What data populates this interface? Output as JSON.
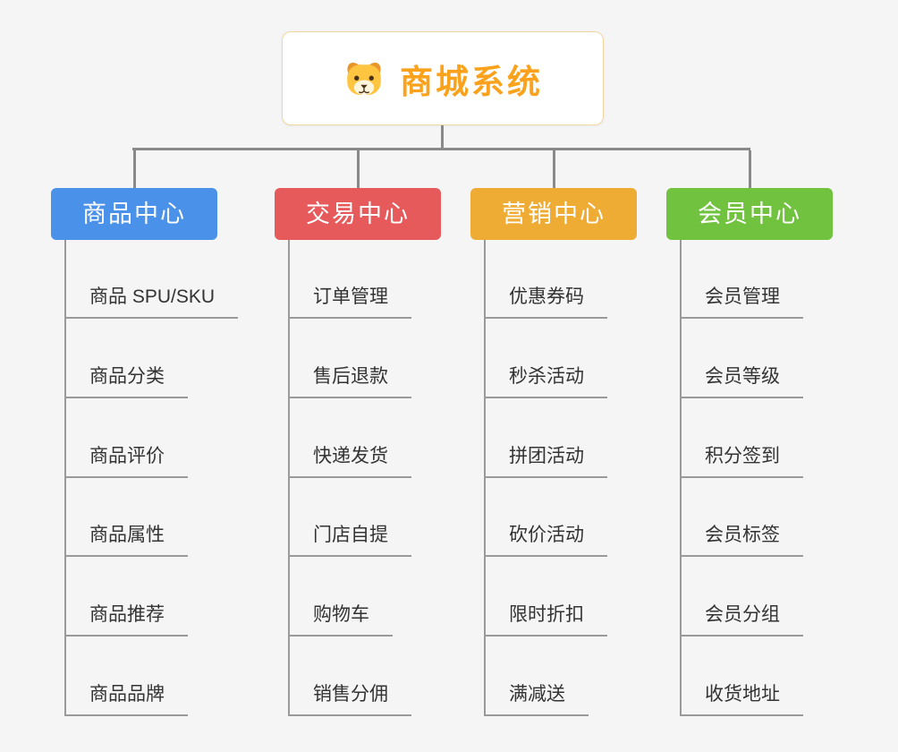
{
  "root": {
    "title": "商城系统",
    "icon": "dog-face-icon",
    "color": "#faa21c"
  },
  "style": {
    "background": "#f5f5f5",
    "connector_color": "#8a8a8a",
    "underline_color": "#9a9a9a"
  },
  "branches": [
    {
      "title": "商品中心",
      "color": "#4a91e9",
      "items": [
        "商品 SPU/SKU",
        "商品分类",
        "商品评价",
        "商品属性",
        "商品推荐",
        "商品品牌"
      ]
    },
    {
      "title": "交易中心",
      "color": "#e75a5c",
      "items": [
        "订单管理",
        "售后退款",
        "快递发货",
        "门店自提",
        "购物车",
        "销售分佣"
      ]
    },
    {
      "title": "营销中心",
      "color": "#efac35",
      "items": [
        "优惠券码",
        "秒杀活动",
        "拼团活动",
        "砍价活动",
        "限时折扣",
        "满减送"
      ]
    },
    {
      "title": "会员中心",
      "color": "#70c23f",
      "items": [
        "会员管理",
        "会员等级",
        "积分签到",
        "会员标签",
        "会员分组",
        "收货地址"
      ]
    }
  ]
}
